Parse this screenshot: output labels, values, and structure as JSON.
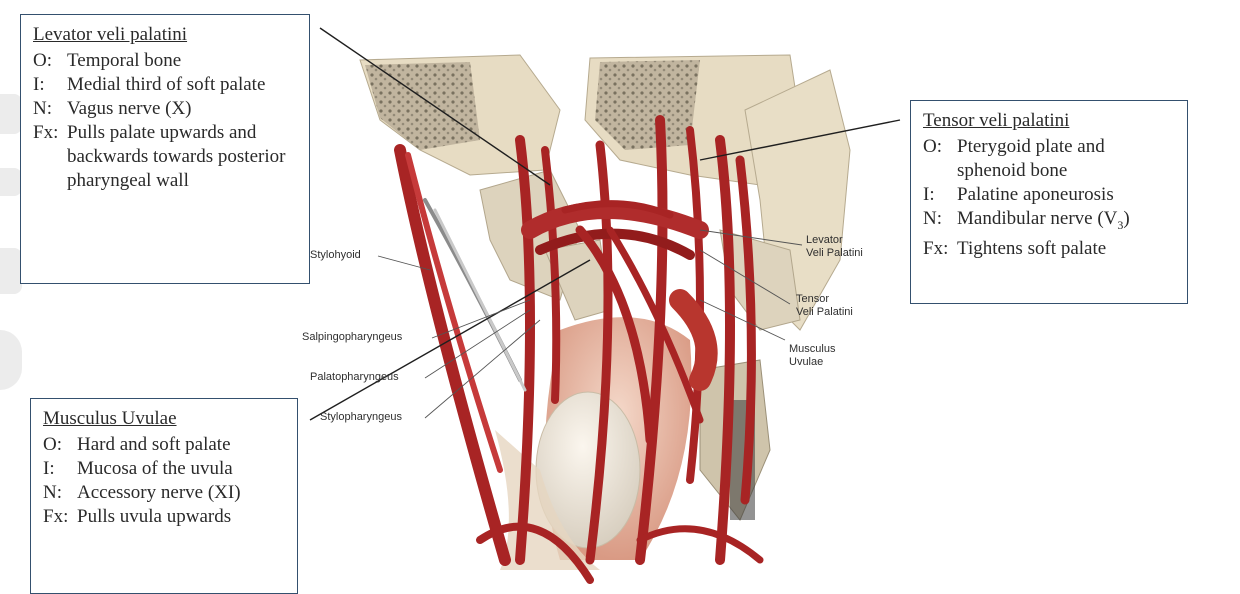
{
  "boxes": {
    "levator": {
      "title": "Levator veli palatini",
      "rows": [
        {
          "k": "O:",
          "v": "Temporal bone"
        },
        {
          "k": "I:",
          "v": "Medial third of soft palate"
        },
        {
          "k": "N:",
          "v": "Vagus nerve (X)"
        },
        {
          "k": "Fx:",
          "v": "Pulls palate upwards and backwards towards posterior pharyngeal wall"
        }
      ]
    },
    "tensor": {
      "title": "Tensor veli palatini",
      "rows": [
        {
          "k": "O:",
          "v": "Pterygoid plate and sphenoid bone"
        },
        {
          "k": "I:",
          "v": "Palatine aponeurosis"
        },
        {
          "k": "N:",
          "v": "Mandibular nerve (V",
          "sub": "3",
          "after": ")"
        },
        {
          "k": "Fx:",
          "v": "Tightens soft palate"
        }
      ]
    },
    "uvulae": {
      "title": "Musculus Uvulae",
      "rows": [
        {
          "k": "O:",
          "v": "Hard and soft palate"
        },
        {
          "k": "I:",
          "v": "Mucosa of the uvula"
        },
        {
          "k": "N:",
          "v": "Accessory nerve (XI)"
        },
        {
          "k": "Fx:",
          "v": "Pulls uvula upwards"
        }
      ]
    }
  },
  "labels": {
    "stylohyoid": "Stylohyoid",
    "salpingopharyngeus": "Salpingopharyngeus",
    "palatopharyngeus": "Palatopharyngeus",
    "stylopharyngeus": "Stylopharyngeus",
    "levator_line1": "Levator",
    "levator_line2": "Veli Palatini",
    "tensor_line1": "Tensor",
    "tensor_line2": "Veli Palatini",
    "uvulae_line1": "Musculus",
    "uvulae_line2": "Uvulae"
  },
  "colors": {
    "muscle": "#a82424",
    "bone": "#e7dcc3",
    "box_border": "#34506e"
  }
}
